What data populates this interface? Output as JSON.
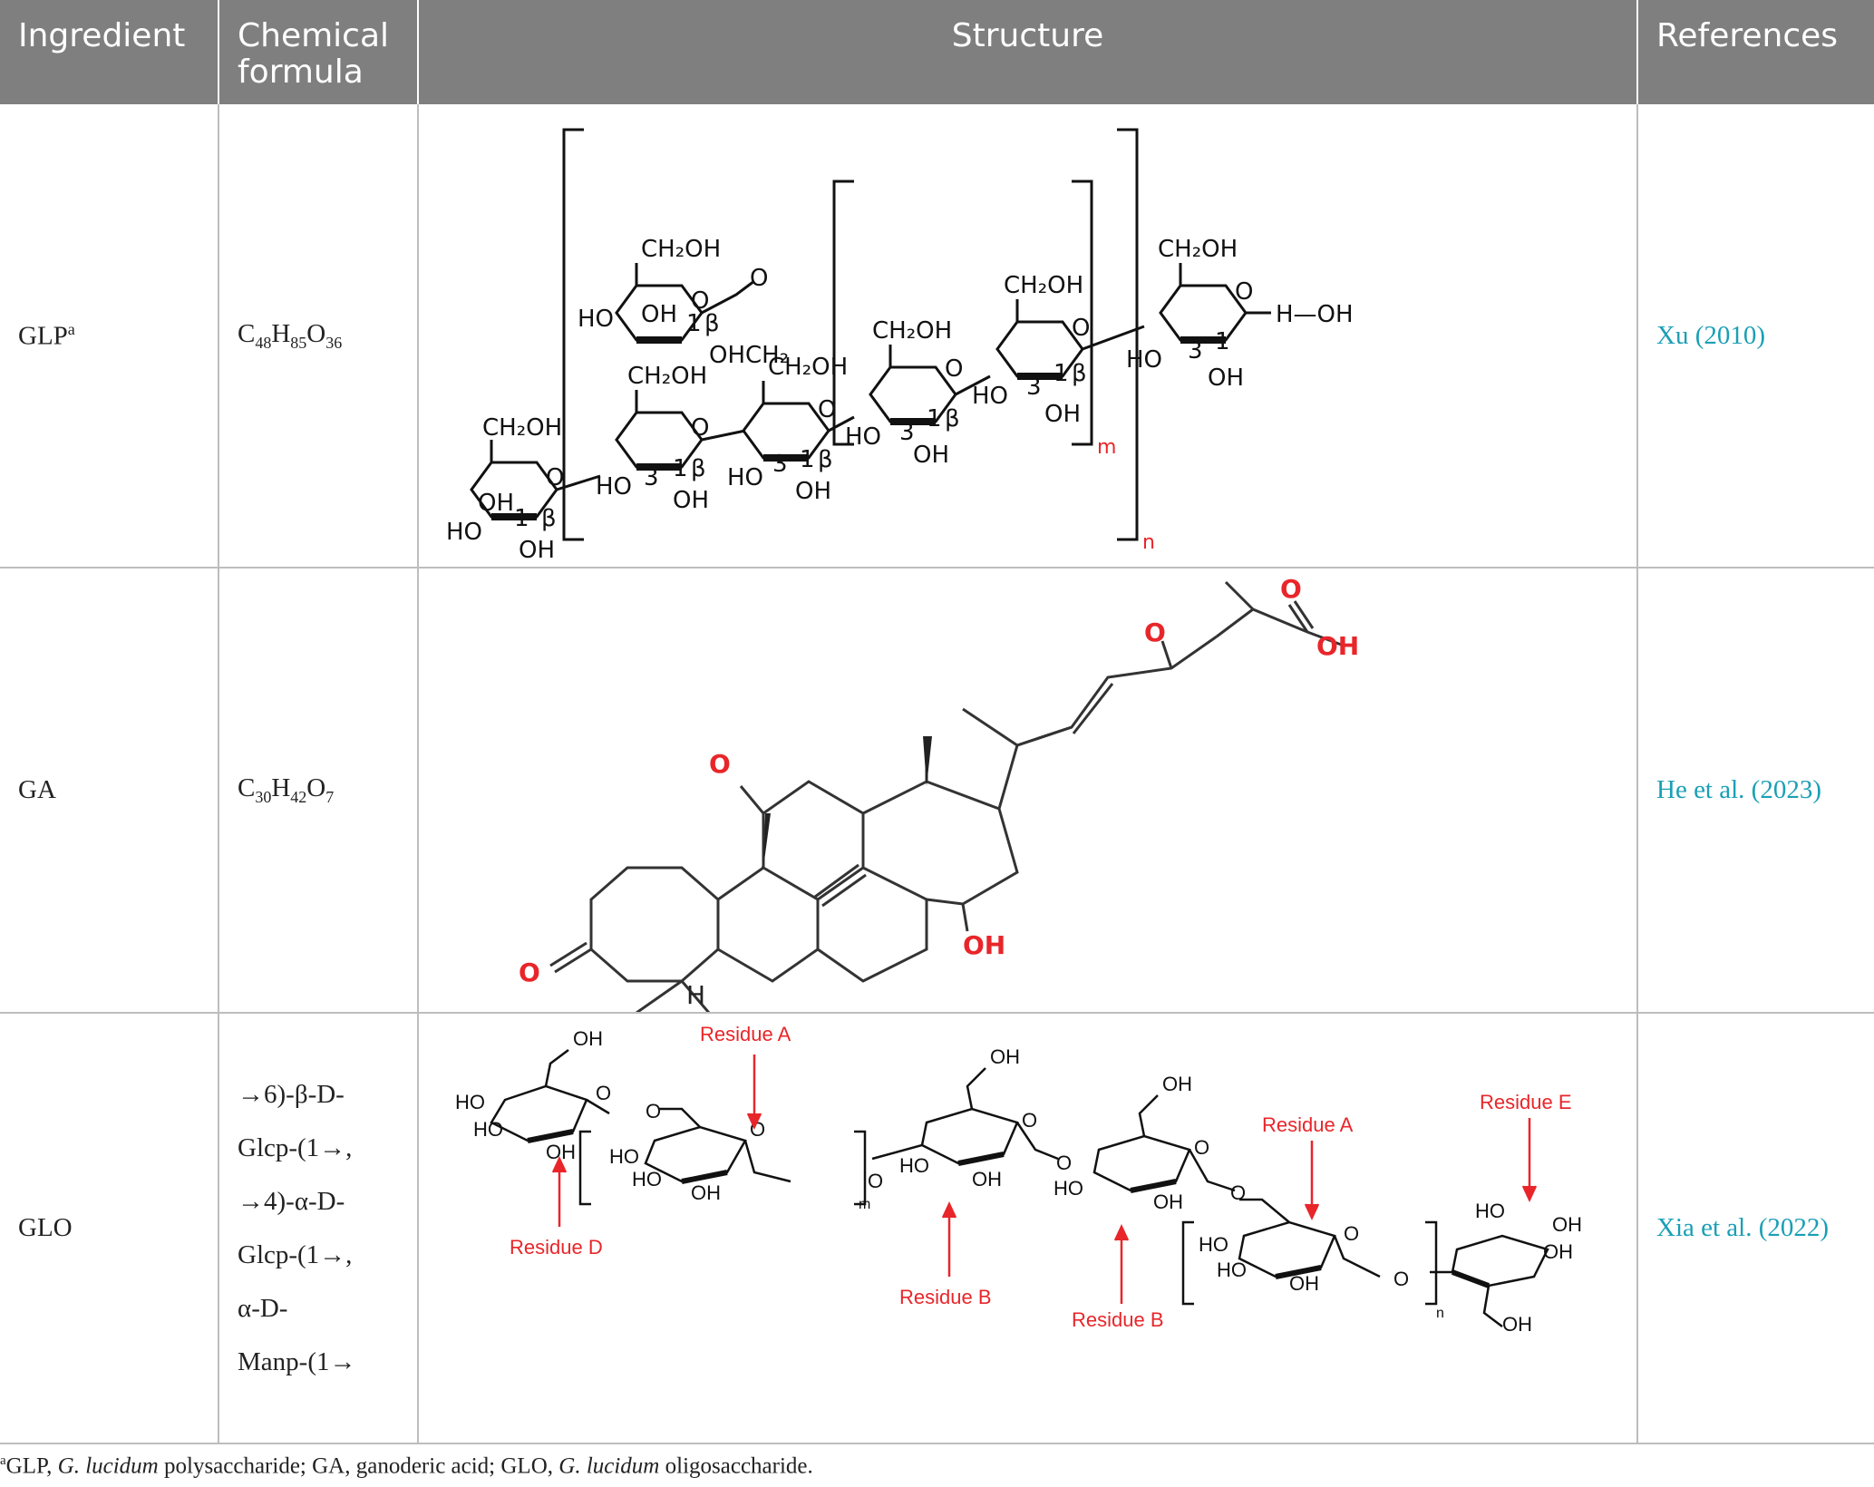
{
  "table": {
    "headers": {
      "ingredient": "Ingredient",
      "formula_line1": "Chemical",
      "formula_line2": "formula",
      "structure": "Structure",
      "references": "References"
    },
    "rows": [
      {
        "ingredient": "GLP",
        "ingredient_sup": "a",
        "formula": {
          "parts": [
            "C",
            "48",
            "H",
            "85",
            "O",
            "36"
          ]
        },
        "reference": "Xu (2010)",
        "structure_labels": {
          "ch2oh": "CH₂OH",
          "oh": "OH",
          "ho": "HO",
          "o": "O",
          "ch2": "CH₂",
          "beta": "β",
          "one": "1",
          "three": "3",
          "m": "m",
          "n": "n",
          "h_oh": "H—OH"
        }
      },
      {
        "ingredient": "GA",
        "formula": {
          "parts": [
            "C",
            "30",
            "H",
            "42",
            "O",
            "7"
          ]
        },
        "reference": "He et al. (2023)",
        "structure_labels": {
          "o": "O",
          "oh": "OH",
          "h": "H"
        }
      },
      {
        "ingredient": "GLO",
        "formula_lines": [
          "→6)-β-D-",
          "Glcp-(1→,",
          "→4)-α-D-",
          "Glcp-(1→,",
          "α-D-",
          "Manp-(1→"
        ],
        "reference": "Xia et al. (2022)",
        "residues": {
          "a": "Residue A",
          "b": "Residue B",
          "d": "Residue D",
          "e": "Residue E"
        },
        "structure_labels": {
          "oh": "OH",
          "ho": "HO",
          "o": "O",
          "m": "m",
          "n": "n"
        }
      }
    ]
  },
  "footnote": {
    "sup": "a",
    "p1": "GLP, ",
    "i1": "G. lucidum",
    "p2": " polysaccharide; GA, ganoderic acid; GLO, ",
    "i2": "G. lucidum",
    "p3": " oligosaccharide."
  },
  "colors": {
    "header_bg": "#7f7f7f",
    "reference_link": "#1a9fb5",
    "residue_red": "#e8262a"
  }
}
